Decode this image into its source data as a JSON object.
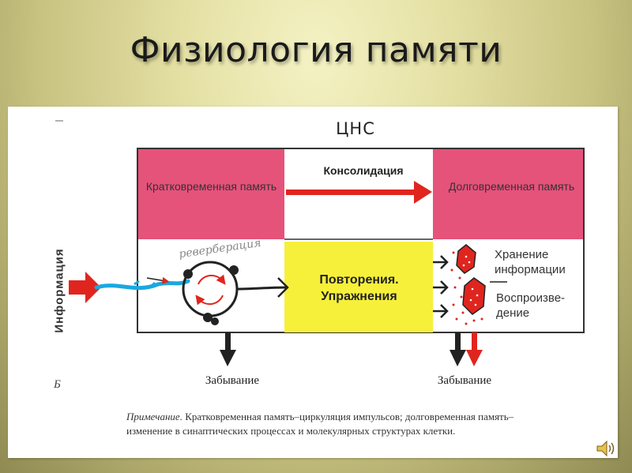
{
  "slide": {
    "title": "Физиология памяти"
  },
  "diagram": {
    "cns_label": "ЦНС",
    "short_term_memory": "Кратковременная память",
    "consolidation": "Консолидация",
    "long_term_memory": "Долговременная память",
    "repetition": "Повторения. Упражнения",
    "storage": "Хранение информации",
    "recall": "Воспроизве-дение",
    "information": "Информация",
    "forgetting_left": "Забывание",
    "forgetting_right": "Забывание",
    "figure_letter": "Б",
    "handwritten": "реверберация",
    "colors": {
      "memory_block": "#e5527a",
      "repetition_block": "#f6f03a",
      "arrow_red": "#e0251f",
      "fiber_blue": "#1aa8e0"
    }
  },
  "note": {
    "prefix": "Примечание.",
    "text": "Кратковременная память–циркуляция импульсов; долговременная память–изменение в синаптических процессах и молекулярных структурах клетки."
  },
  "icons": {
    "speaker": "speaker-icon"
  }
}
